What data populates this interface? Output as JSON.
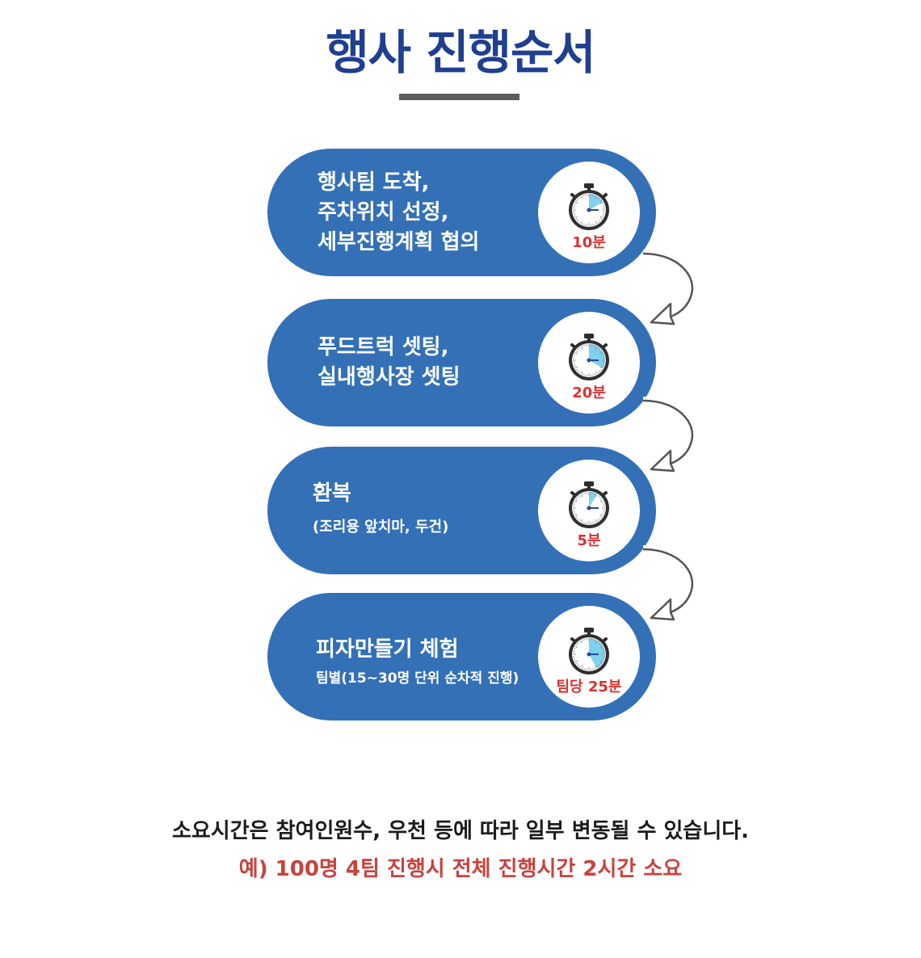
{
  "title": "행사 진행순서",
  "colors": {
    "title": "#1f3f8f",
    "pill": "#3370b6",
    "time": "#d83333",
    "note_highlight": "#c9423d",
    "stopwatch_fill": "#7fd0ee"
  },
  "steps": [
    {
      "lines": [
        "행사팀 도착,",
        "주차위치 선정,",
        "세부진행계획 협의"
      ],
      "sub": "",
      "time": "10분",
      "icon": "stopwatch-icon",
      "timer_fraction": 0.167
    },
    {
      "lines": [
        "푸드트럭 셋팅,",
        "실내행사장 셋팅"
      ],
      "sub": "",
      "time": "20분",
      "icon": "stopwatch-icon",
      "timer_fraction": 0.333
    },
    {
      "lines": [
        "환복"
      ],
      "sub": "(조리용 앞치마, 두건)",
      "time": "5분",
      "icon": "stopwatch-icon",
      "timer_fraction": 0.083
    },
    {
      "lines": [
        "피자만들기 체험"
      ],
      "sub": "팀별(15~30명 단위 순차적 진행)",
      "time": "팀당 25분",
      "icon": "stopwatch-icon",
      "timer_fraction": 0.417
    }
  ],
  "notes": {
    "line1": "소요시간은 참여인원수, 우천 등에 따라 일부 변동될 수 있습니다.",
    "line2": "예) 100명 4팀 진행시 전체 진행시간 2시간 소요"
  }
}
